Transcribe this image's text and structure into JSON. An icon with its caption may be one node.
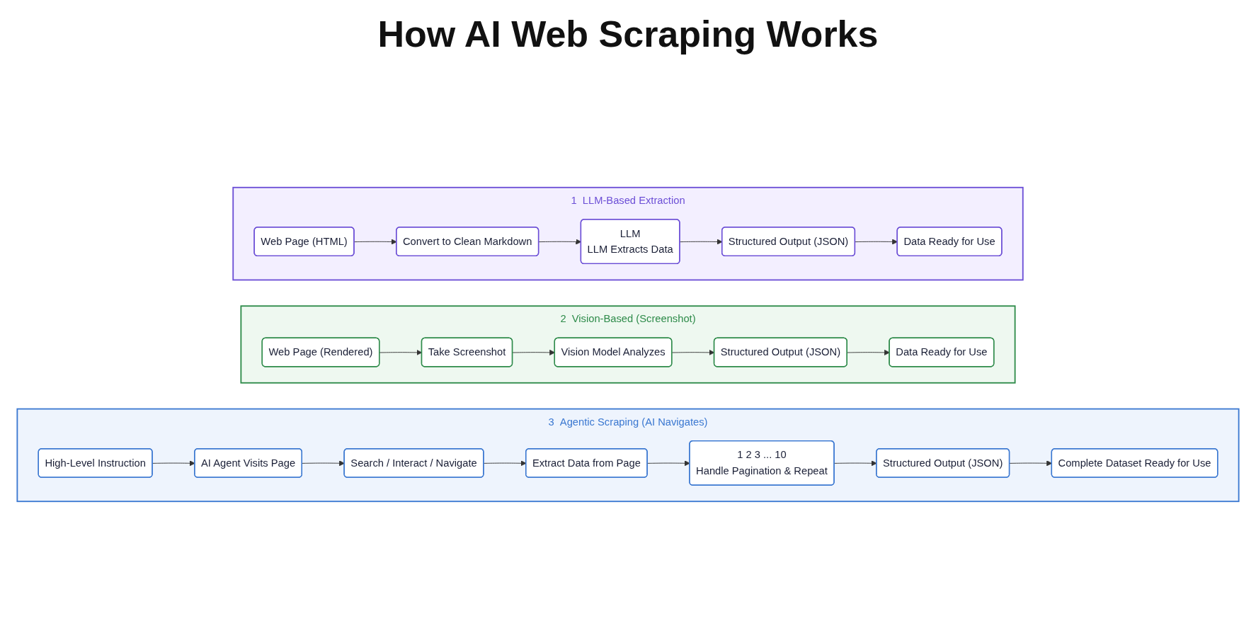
{
  "diagram": {
    "title": "How AI Web Scraping Works",
    "nodes": [
      {
        "text": [
          "1",
          "LLM-Based Extraction"
        ]
      },
      {
        "text": [
          "Web Page (HTML)"
        ],
        "in": 0
      },
      {
        "text": [
          "Convert to Clean Markdown"
        ],
        "in": 0
      },
      {
        "text": [
          "LLM",
          "LLM Extracts Data"
        ],
        "in": 0
      },
      {
        "text": [
          "Structured Output (JSON)"
        ],
        "in": 0
      },
      {
        "text": [
          "Data Ready for Use"
        ],
        "in": 0
      },
      {
        "text": [
          "2",
          "Vision-Based (Screenshot)"
        ]
      },
      {
        "text": [
          "Web Page (Rendered)"
        ],
        "in": 6
      },
      {
        "text": [
          "Take Screenshot"
        ],
        "in": 6
      },
      {
        "text": [
          "Vision Model Analyzes"
        ],
        "in": 6
      },
      {
        "text": [
          "Structured Output (JSON)"
        ],
        "in": 6
      },
      {
        "text": [
          "Data Ready for Use"
        ],
        "in": 6
      },
      {
        "text": [
          "3",
          "Agentic Scraping (AI Navigates)"
        ]
      },
      {
        "text": [
          "High-Level Instruction"
        ],
        "in": 12
      },
      {
        "text": [
          "AI Agent Visits Page"
        ],
        "in": 12
      },
      {
        "text": [
          "Search / Interact / Navigate"
        ],
        "in": 12
      },
      {
        "text": [
          "Extract Data from Page"
        ],
        "in": 12
      },
      {
        "text": [
          "1 2 3 ... 10",
          "Handle Pagination & Repeat"
        ],
        "in": 12
      },
      {
        "text": [
          "Structured Output (JSON)"
        ],
        "in": 12
      },
      {
        "text": [
          "Complete Dataset Ready for Use"
        ],
        "in": 12
      }
    ],
    "edges": [
      {
        "from": 1,
        "to": 2,
        "arrow": "to"
      },
      {
        "from": 2,
        "to": 3,
        "arrow": "to"
      },
      {
        "from": 3,
        "to": 4,
        "arrow": "to"
      },
      {
        "from": 4,
        "to": 5,
        "arrow": "to"
      },
      {
        "from": 7,
        "to": 8,
        "arrow": "to"
      },
      {
        "from": 8,
        "to": 9,
        "arrow": "to"
      },
      {
        "from": 9,
        "to": 10,
        "arrow": "to"
      },
      {
        "from": 10,
        "to": 11,
        "arrow": "to"
      },
      {
        "from": 13,
        "to": 14,
        "arrow": "to"
      },
      {
        "from": 14,
        "to": 15,
        "arrow": "to"
      },
      {
        "from": 15,
        "to": 16,
        "arrow": "to"
      },
      {
        "from": 16,
        "to": 17,
        "arrow": "to"
      },
      {
        "from": 17,
        "to": 18,
        "arrow": "to"
      },
      {
        "from": 18,
        "to": 19,
        "arrow": "to"
      }
    ]
  }
}
